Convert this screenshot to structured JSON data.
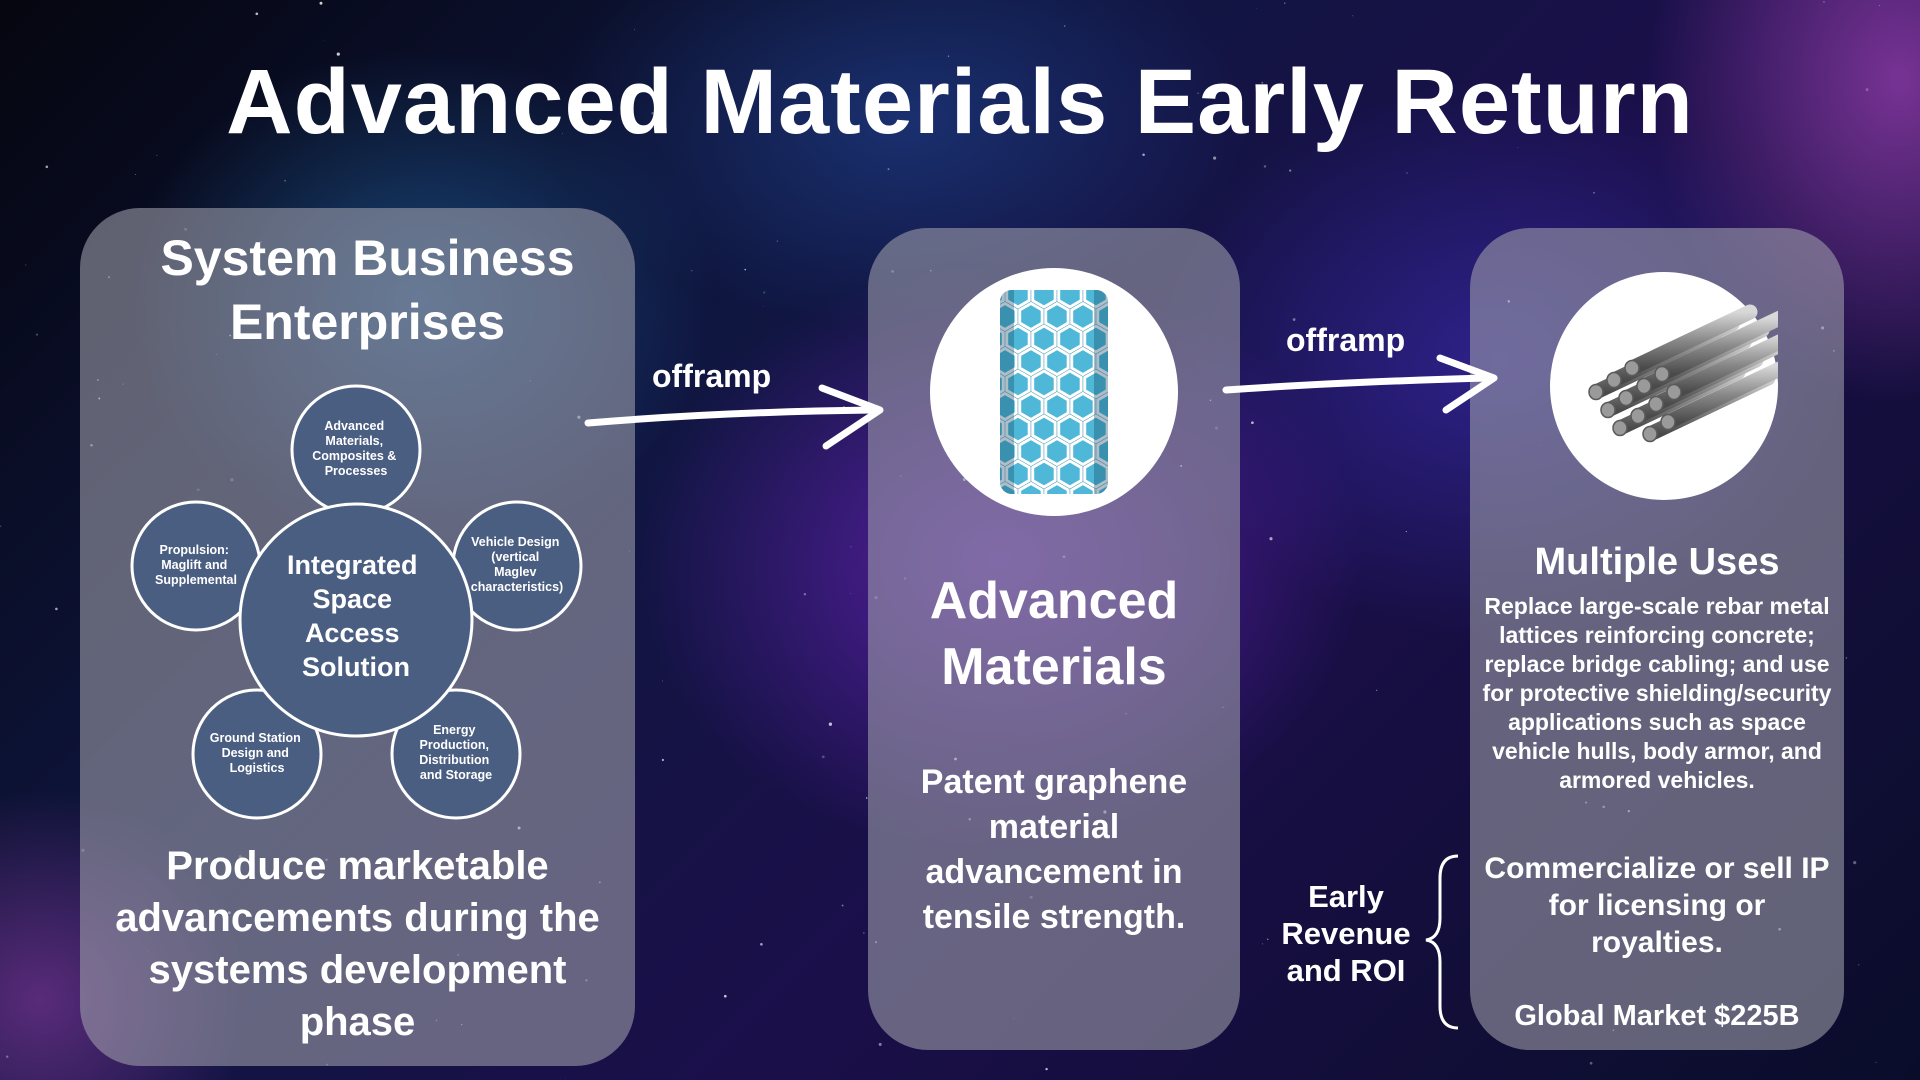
{
  "title": "Advanced Materials Early Return",
  "left_panel": {
    "heading_line1": "System Business",
    "heading_line2": "Enterprises",
    "center_node": {
      "lines": [
        "Integrated",
        "Space",
        "Access",
        "Solution"
      ]
    },
    "satellite_nodes": [
      {
        "id": "advanced-materials",
        "lines": [
          "Advanced",
          "Materials,",
          "Composites &",
          "Processes"
        ]
      },
      {
        "id": "vehicle-design",
        "lines": [
          "Vehicle Design",
          "(vertical",
          "Maglev",
          "characteristics)"
        ]
      },
      {
        "id": "energy",
        "lines": [
          "Energy",
          "Production,",
          "Distribution",
          "and Storage"
        ]
      },
      {
        "id": "ground-station",
        "lines": [
          "Ground Station",
          "Design and",
          "Logistics"
        ]
      },
      {
        "id": "propulsion",
        "lines": [
          "Propulsion:",
          "Maglift and",
          "Supplemental"
        ]
      }
    ],
    "caption": "Produce marketable advancements during the systems development phase"
  },
  "arrows": {
    "offramp_1": "offramp",
    "offramp_2": "offramp"
  },
  "middle_panel": {
    "heading_line1": "Advanced",
    "heading_line2": "Materials",
    "text": "Patent graphene material advancement in tensile strength."
  },
  "right_panel": {
    "heading": "Multiple Uses",
    "uses_text": "Replace large-scale rebar metal lattices reinforcing concrete; replace bridge cabling; and use for protective shielding/security applications such as space vehicle hulls, body armor, and armored vehicles.",
    "commercial_text": "Commercialize or sell IP for licensing or royalties.",
    "market_text": "Global Market $225B"
  },
  "early_revenue": {
    "lines": [
      "Early",
      "Revenue",
      "and ROI"
    ]
  },
  "colors": {
    "panel": "#a0a0ac",
    "node_fill": "#4a5e82",
    "node_stroke": "#ffffff",
    "graphene": "#4fb8d8",
    "graphene_dark": "#2f86a8"
  }
}
